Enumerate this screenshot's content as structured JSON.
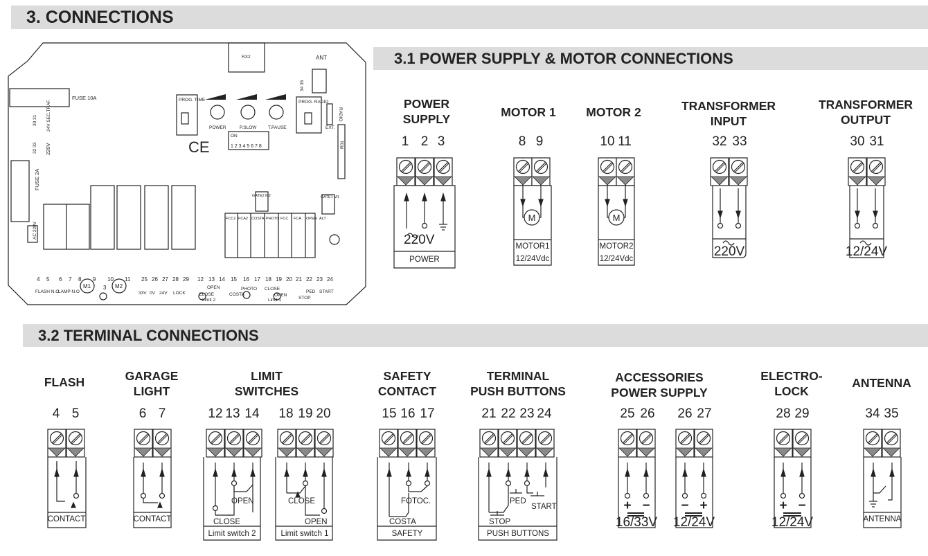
{
  "headings": {
    "main": "3. CONNECTIONS",
    "power_motor": "3.1 POWER SUPPLY &  MOTOR CONNECTIONS",
    "terminal": "3.2 TERMINAL CONNECTIONS"
  },
  "board": {
    "rx2": "RX2",
    "ant": "ANT",
    "ant_pins": "34 35",
    "fuse_10a": "FUSE 10A",
    "fuse_2a": "FUSE 2A",
    "sec_traf": "24V SEC.TRAF.",
    "sec_pins": "30 31",
    "v220": "220V",
    "pri_pins": "32 33",
    "proc_time": "PROG. TIME",
    "proc_radio": "PROG. RADIO",
    "radio": "RADIO",
    "ext": "EXT.",
    "r01": "R01",
    "ce": "CE",
    "dip_on": "ON",
    "dip_numbers": "1 2 3 4 5 6 7 8",
    "knobs": [
      "POWER",
      "P.SLOW",
      "T.PAUSE"
    ],
    "gate2": "GATE2 M2",
    "gate1": "GATE1 M1",
    "strip_labels": [
      "FCC2",
      "FCA2",
      "COSTA",
      "PHOTO",
      "FCC",
      "FCA",
      "OPEN",
      "ALT"
    ],
    "ac_220": "AC 220V",
    "m1": "M1",
    "m2": "M2",
    "terminal_numbers": [
      "4",
      "5",
      "6",
      "7",
      "8",
      "9",
      "3",
      "10",
      "11",
      "25",
      "26",
      "27",
      "28",
      "29",
      "12",
      "13",
      "14",
      "15",
      "16",
      "17",
      "18",
      "19",
      "20",
      "21",
      "22",
      "23",
      "24"
    ],
    "bottom_labels": [
      "FLASH N.O",
      "LAMP N.O",
      "33V",
      "0V",
      "24V",
      "LOCK",
      "OPEN",
      "CLOSE",
      "Limit 2",
      "COSTA",
      "PHOTO",
      "CLOSE",
      "OPEN",
      "Limit 1",
      "PED",
      "STOP",
      "START"
    ]
  },
  "power_blocks": [
    {
      "title": [
        "POWER",
        "SUPPLY"
      ],
      "numbers": [
        "1",
        "2",
        "3"
      ],
      "value": "220V",
      "label": "POWER"
    },
    {
      "title": [
        "MOTOR 1"
      ],
      "numbers": [
        "8",
        "9"
      ],
      "symbol": "M",
      "label": "MOTOR1",
      "sub": "12/24Vdc"
    },
    {
      "title": [
        "MOTOR 2"
      ],
      "numbers": [
        "10",
        "11"
      ],
      "symbol": "M",
      "label": "MOTOR2",
      "sub": "12/24Vdc"
    },
    {
      "title": [
        "TRANSFORMER",
        "INPUT"
      ],
      "numbers": [
        "32",
        "33"
      ],
      "value": "220V"
    },
    {
      "title": [
        "TRANSFORMER",
        "OUTPUT"
      ],
      "numbers": [
        "30",
        "31"
      ],
      "value": "12/24V"
    }
  ],
  "terminal_blocks": [
    {
      "title": [
        "FLASH"
      ],
      "numbers": [
        "4",
        "5"
      ],
      "label": "CONTACT"
    },
    {
      "title": [
        "GARAGE",
        "LIGHT"
      ],
      "numbers": [
        "6",
        "7"
      ],
      "label": "CONTACT"
    },
    {
      "title": [
        "LIMIT",
        "SWITCHES"
      ],
      "groups": [
        {
          "numbers": [
            "12",
            "13",
            "14"
          ],
          "labels": [
            "OPEN",
            "CLOSE"
          ],
          "label": "Limit switch 2"
        },
        {
          "numbers": [
            "18",
            "19",
            "20"
          ],
          "labels": [
            "CLOSE",
            "OPEN"
          ],
          "label": "Limit switch 1"
        }
      ]
    },
    {
      "title": [
        "SAFETY",
        "CONTACT"
      ],
      "numbers": [
        "15",
        "16",
        "17"
      ],
      "labels": [
        "FOTOC.",
        "COSTA"
      ],
      "label": "SAFETY"
    },
    {
      "title": [
        "TERMINAL",
        "PUSH BUTTONS"
      ],
      "numbers": [
        "21",
        "22",
        "23",
        "24"
      ],
      "labels": [
        "PED",
        "START",
        "STOP"
      ],
      "label": "PUSH BUTTONS"
    },
    {
      "title": [
        "ACCESSORIES",
        "POWER SUPPLY"
      ],
      "groups": [
        {
          "numbers": [
            "25",
            "26"
          ],
          "signs": [
            "+",
            "−"
          ],
          "value": "16/33V"
        },
        {
          "numbers": [
            "26",
            "27"
          ],
          "signs": [
            "−",
            "+"
          ],
          "value": "12/24V"
        }
      ]
    },
    {
      "title": [
        "ELECTRO-",
        "LOCK"
      ],
      "numbers": [
        "28",
        "29"
      ],
      "signs": [
        "+",
        "−"
      ],
      "value": "12/24V"
    },
    {
      "title": [
        "ANTENNA"
      ],
      "numbers": [
        "34",
        "35"
      ],
      "label": "ANTENNA"
    }
  ]
}
